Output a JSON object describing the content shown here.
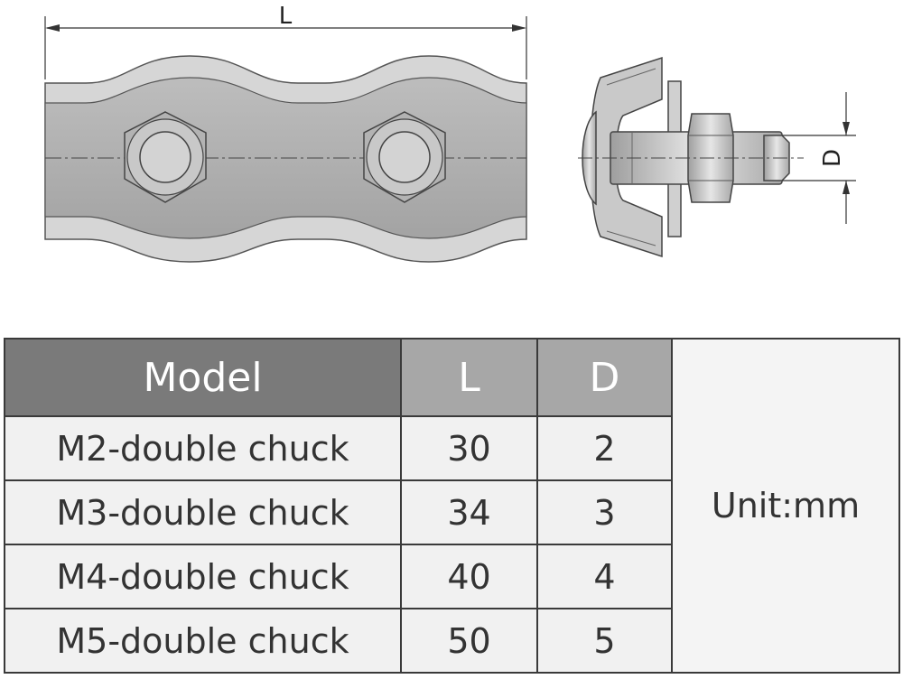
{
  "diagram": {
    "length_label": "L",
    "diameter_label": "D"
  },
  "table": {
    "headers": {
      "model": "Model",
      "length": "L",
      "diameter": "D"
    },
    "unit_note": "Unit:mm",
    "rows": [
      {
        "model": "M2-double chuck",
        "length": "30",
        "diameter": "2"
      },
      {
        "model": "M3-double chuck",
        "length": "34",
        "diameter": "3"
      },
      {
        "model": "M4-double chuck",
        "length": "40",
        "diameter": "4"
      },
      {
        "model": "M5-double chuck",
        "length": "50",
        "diameter": "5"
      }
    ]
  }
}
